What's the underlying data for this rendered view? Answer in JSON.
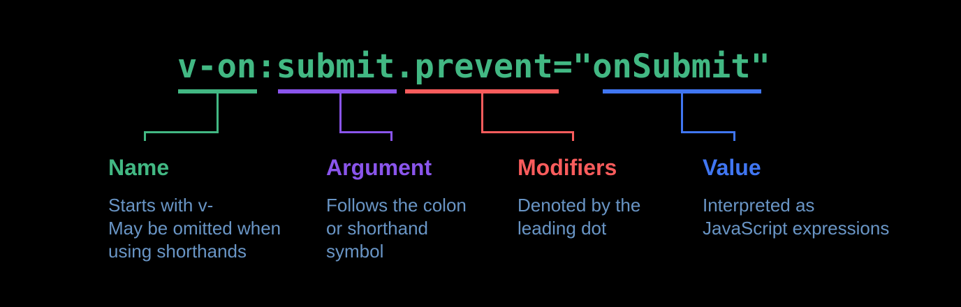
{
  "background_color": "#000000",
  "code": {
    "text": "v-on:submit.prevent=\"onSubmit\"",
    "color": "#42b883"
  },
  "description_color": "#6995c5",
  "segments": [
    {
      "id": "name",
      "label": "Name",
      "color": "#42b883",
      "description": "Starts with v-\nMay be omitted when\nusing shorthands"
    },
    {
      "id": "argument",
      "label": "Argument",
      "color": "#8a55ec",
      "description": "Follows the colon\nor shorthand\nsymbol"
    },
    {
      "id": "modifiers",
      "label": "Modifiers",
      "color": "#fa5c5c",
      "description": "Denoted by the\nleading dot"
    },
    {
      "id": "value",
      "label": "Value",
      "color": "#4076f2",
      "description": "Interpreted as\nJavaScript expressions"
    }
  ]
}
